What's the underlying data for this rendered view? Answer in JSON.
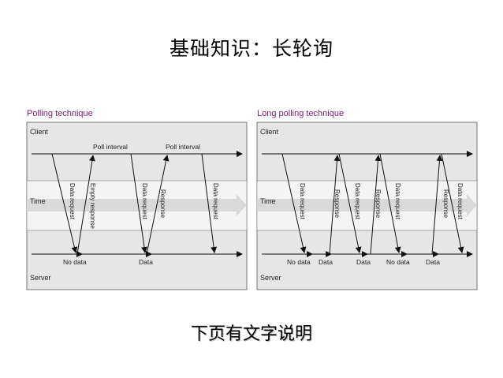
{
  "title": "基础知识：长轮询",
  "footer": "下页有文字说明",
  "colors": {
    "band": "#e6e6e6",
    "time_band": "#f4f4f4",
    "time_arrow": "#d9d9d9",
    "heading": "#7a1a78",
    "line": "#111111"
  },
  "left": {
    "heading": "Polling technique",
    "client": "Client",
    "time": "Time",
    "server": "Server",
    "poll1": "Poll interval",
    "poll2": "Poll interval",
    "rot": [
      "Data request",
      "Empty response",
      "Data request",
      "Response",
      "Data request"
    ],
    "bottom": [
      "No data",
      "Data"
    ]
  },
  "right": {
    "heading": "Long polling technique",
    "client": "Client",
    "time": "Time",
    "server": "Server",
    "rot": [
      "Data request",
      "Response",
      "Data request",
      "Response",
      "Data request",
      "Response",
      "Data request"
    ],
    "bottom": [
      "No data",
      "Data",
      "Data",
      "No data",
      "Data"
    ]
  }
}
